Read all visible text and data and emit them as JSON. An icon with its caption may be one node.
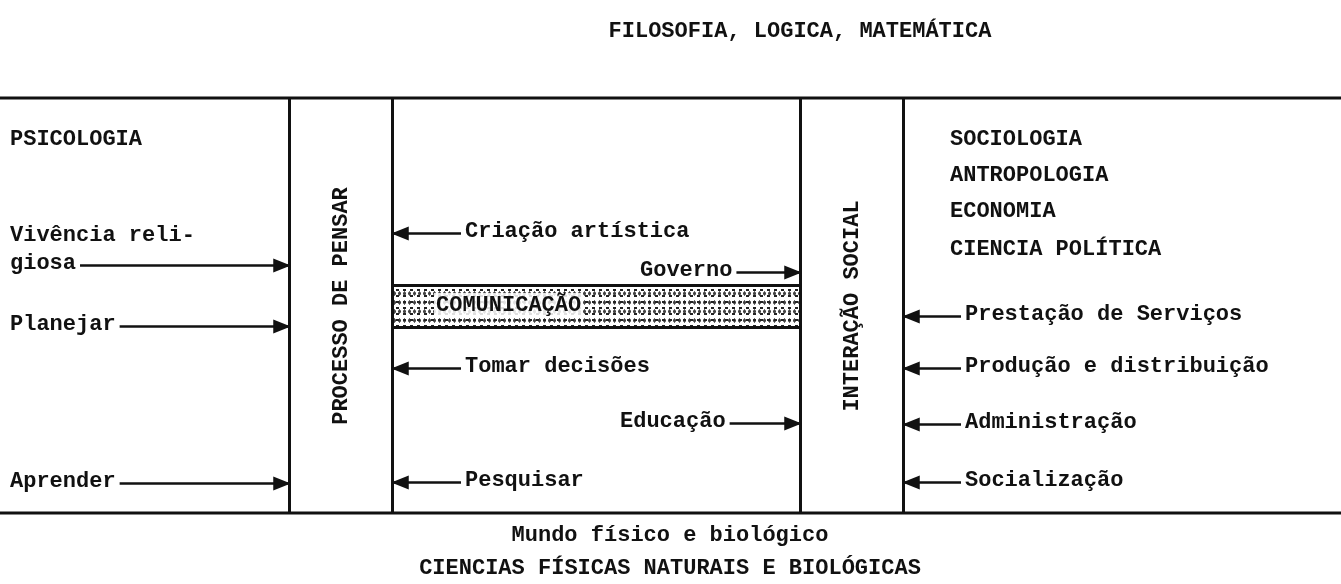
{
  "diagram": {
    "nodes": [
      {
        "text": [
          "PROCESSO DE PENSAR"
        ]
      },
      {
        "text": [
          "INTERAÇÃO SOCIAL"
        ]
      },
      {
        "text": [
          "COMUNICAÇÃO"
        ]
      },
      {
        "text": [
          "Vivência reli- giosa"
        ]
      },
      {
        "text": [
          "Planejar"
        ]
      },
      {
        "text": [
          "Aprender"
        ]
      },
      {
        "text": [
          "Criação artística"
        ]
      },
      {
        "text": [
          "Governo"
        ]
      },
      {
        "text": [
          "Tomar decisões"
        ]
      },
      {
        "text": [
          "Educação"
        ]
      },
      {
        "text": [
          "Pesquisar"
        ]
      },
      {
        "text": [
          "Prestação de Serviços"
        ]
      },
      {
        "text": [
          "Produção e distribuição"
        ]
      },
      {
        "text": [
          "Administração"
        ]
      },
      {
        "text": [
          "Socialização"
        ]
      }
    ],
    "edges": [
      {
        "from": 3,
        "to": 0,
        "arrow": "to"
      },
      {
        "from": 4,
        "to": 0,
        "arrow": "to"
      },
      {
        "from": 5,
        "to": 0,
        "arrow": "to"
      },
      {
        "from": 6,
        "to": 0,
        "arrow": "to"
      },
      {
        "from": 7,
        "to": 1,
        "arrow": "to"
      },
      {
        "from": 8,
        "to": 0,
        "arrow": "to"
      },
      {
        "from": 9,
        "to": 1,
        "arrow": "to"
      },
      {
        "from": 10,
        "to": 0,
        "arrow": "to"
      },
      {
        "from": 11,
        "to": 1,
        "arrow": "to"
      },
      {
        "from": 12,
        "to": 1,
        "arrow": "to"
      },
      {
        "from": 13,
        "to": 1,
        "arrow": "to"
      },
      {
        "from": 14,
        "to": 1,
        "arrow": "to"
      }
    ],
    "labels": [
      "FILOSOFIA, LOGICA, MATEMÁTICA",
      "PSICOLOGIA",
      "SOCIOLOGIA",
      "ANTROPOLOGIA",
      "ECONOMIA",
      "CIENCIA POLÍTICA",
      "Mundo físico e biológico",
      "CIENCIAS FÍSICAS NATURAIS E BIOLÓGICAS"
    ]
  }
}
